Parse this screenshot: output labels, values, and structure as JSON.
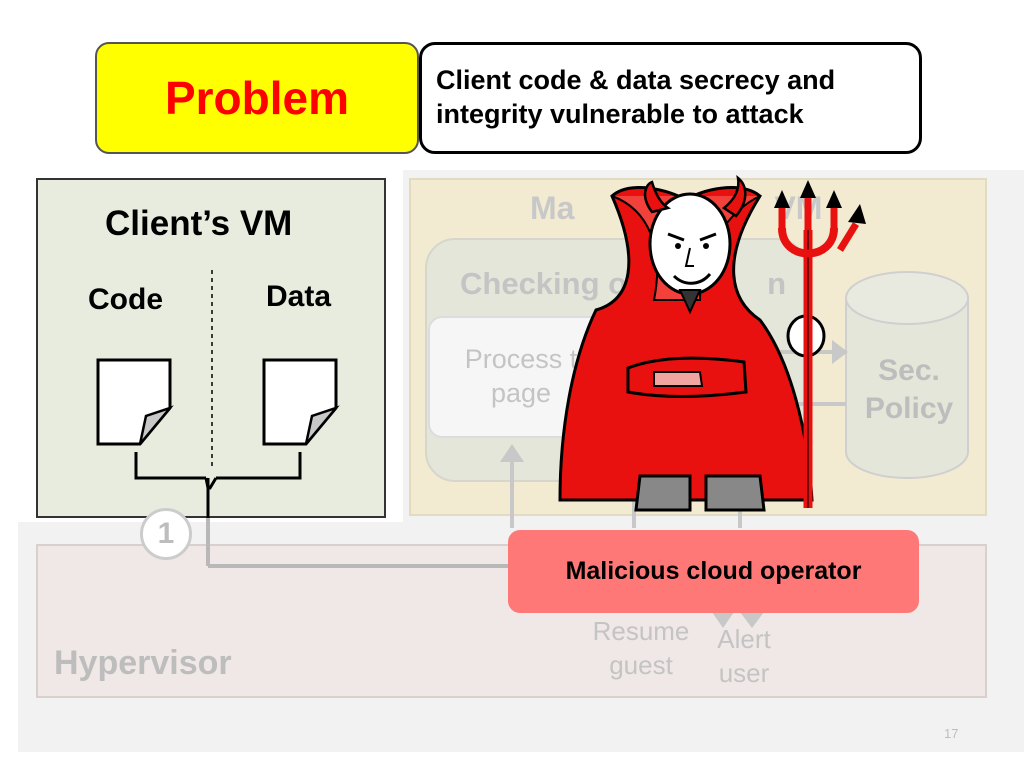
{
  "header": {
    "problem_label": "Problem",
    "statement_line1": "Client code & data secrecy and",
    "statement_line2": "integrity vulnerable to attack"
  },
  "client_vm": {
    "title": "Client’s VM",
    "code_label": "Code",
    "data_label": "Data"
  },
  "management_vm": {
    "title": "Ma",
    "title_suffix": "VM",
    "checking_label": "Checking o",
    "checking_suffix": "n",
    "process_line1": "Process t",
    "process_line2": "page",
    "policy_line1": "Sec.",
    "policy_line2": "Policy"
  },
  "hypervisor": {
    "label": "Hypervisor",
    "resume_line1": "Resume",
    "resume_line2": "guest",
    "alert_line1": "Alert",
    "alert_line2": "user"
  },
  "step_number": "1",
  "operator_label": "Malicious cloud operator",
  "slide_number": "17",
  "icons": {
    "document": "document-page-icon",
    "database": "database-cylinder-icon",
    "devil": "devil-icon"
  },
  "colors": {
    "problem_bg": "#ffff00",
    "problem_text": "#ff0000",
    "operator_bg": "#ff7878",
    "devil_red": "#e8110f"
  }
}
